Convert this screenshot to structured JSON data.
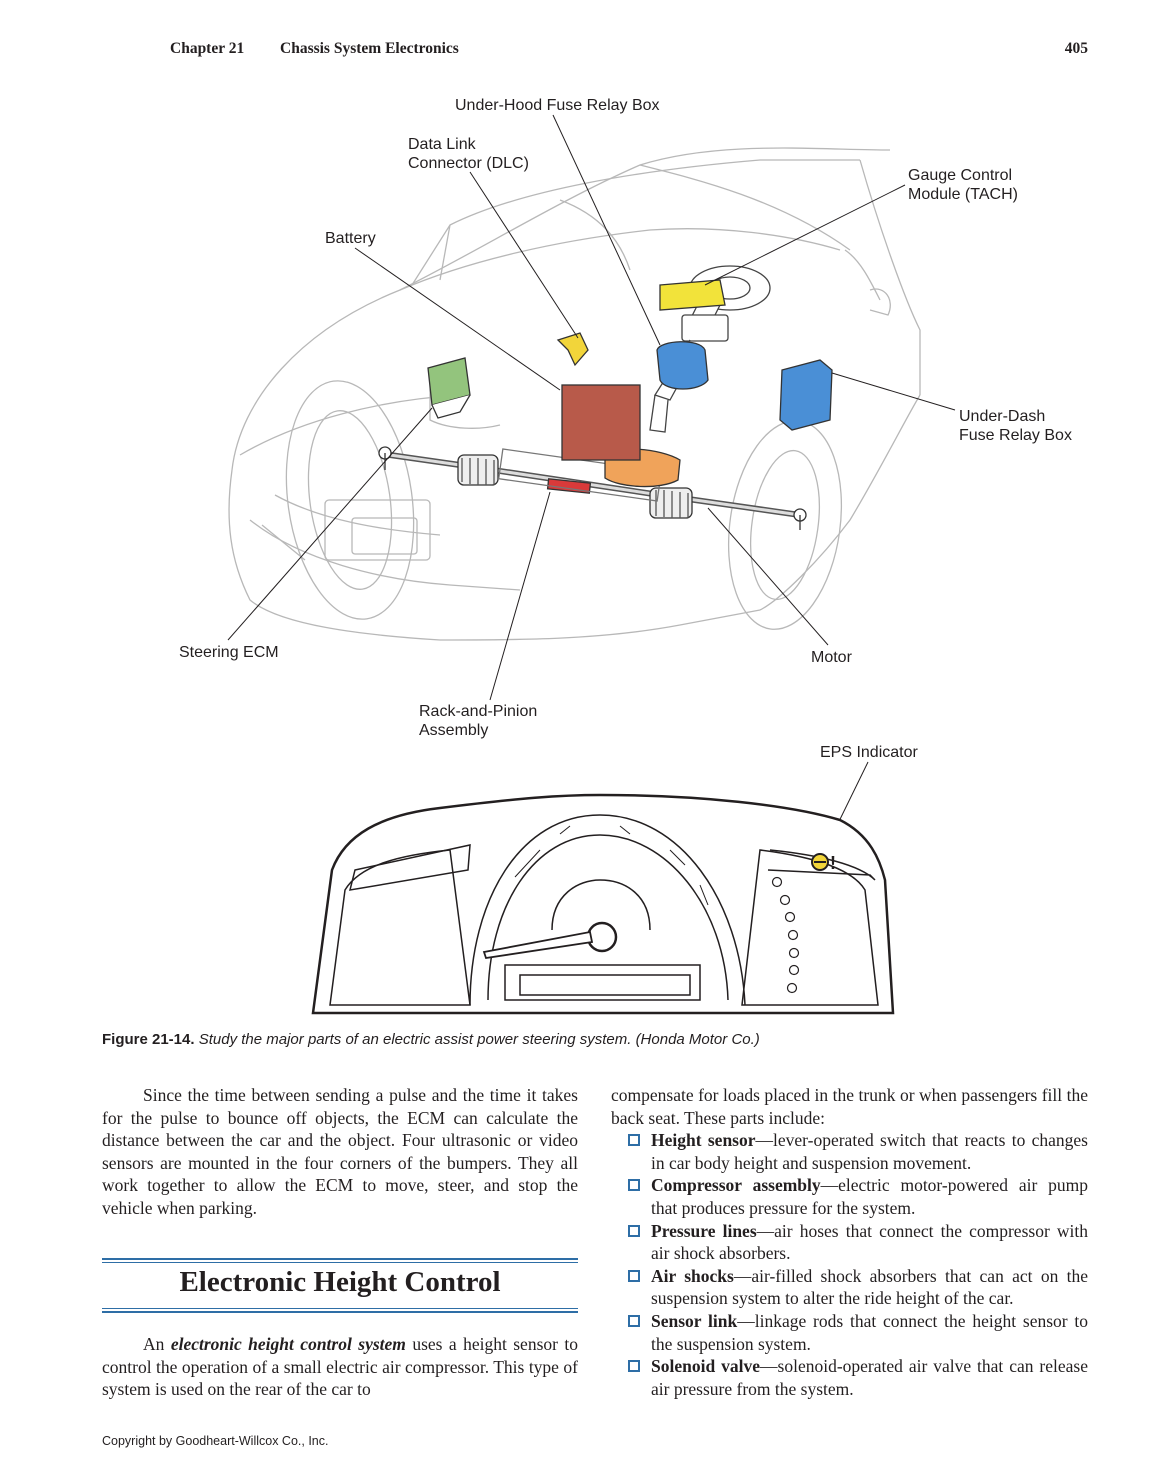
{
  "header": {
    "chapter": "Chapter 21",
    "chapter_title": "Chassis System Electronics",
    "page_number": "405"
  },
  "figure": {
    "labels": {
      "under_hood_fuse": "Under-Hood Fuse Relay Box",
      "dlc_line1": "Data Link",
      "dlc_line2": "Connector (DLC)",
      "gauge_line1": "Gauge Control",
      "gauge_line2": "Module (TACH)",
      "battery": "Battery",
      "under_dash_line1": "Under-Dash",
      "under_dash_line2": "Fuse Relay Box",
      "steering_ecm": "Steering ECM",
      "motor": "Motor",
      "rack_line1": "Rack-and-Pinion",
      "rack_line2": "Assembly",
      "eps_indicator": "EPS Indicator"
    },
    "colors": {
      "ecm": "#93c47d",
      "battery": "#b85a4a",
      "fuse_box": "#4a8fd6",
      "gauge": "#f2e33a",
      "dlc": "#f2d53a",
      "motor": "#f0a35a",
      "rack_marker": "#d93a3a"
    },
    "caption_label": "Figure 21-14.",
    "caption_text": "Study the major parts of an electric assist power steering system. (Honda Motor Co.)"
  },
  "left_column": {
    "para1": "Since the time between sending a pulse and the time it takes for the pulse to bounce off objects, the ECM can calculate the distance between the car and the object. Four ultrasonic or video sensors are mounted in the four corners of the bumpers. They all work together to allow the ECM to move, steer, and stop the vehicle when parking.",
    "heading": "Electronic Height Control",
    "para2_lead": "An",
    "para2_term": "electronic height control system",
    "para2_rest": "uses a height sensor to control the operation of a small electric air compressor. This type of system is used on the rear of the car to"
  },
  "right_column": {
    "intro": "compensate for loads placed in the trunk or when passengers fill the back seat. These parts include:",
    "bullets": [
      {
        "term": "Height sensor",
        "desc": "—lever-operated switch that reacts to changes in car body height and suspension movement."
      },
      {
        "term": "Compressor assembly",
        "desc": "—electric motor-powered air pump that produces pressure for the system."
      },
      {
        "term": "Pressure lines",
        "desc": "—air hoses that connect the compressor with air shock absorbers."
      },
      {
        "term": "Air shocks",
        "desc": "—air-filled shock absorbers that can act on the suspension system to alter the ride height of the car."
      },
      {
        "term": "Sensor link",
        "desc": "—linkage rods that connect the height sensor to the suspension system."
      },
      {
        "term": "Solenoid valve",
        "desc": "—solenoid-operated air valve that can release air pressure from the system."
      }
    ]
  },
  "footer": {
    "copyright": "Copyright by Goodheart-Willcox Co., Inc."
  }
}
